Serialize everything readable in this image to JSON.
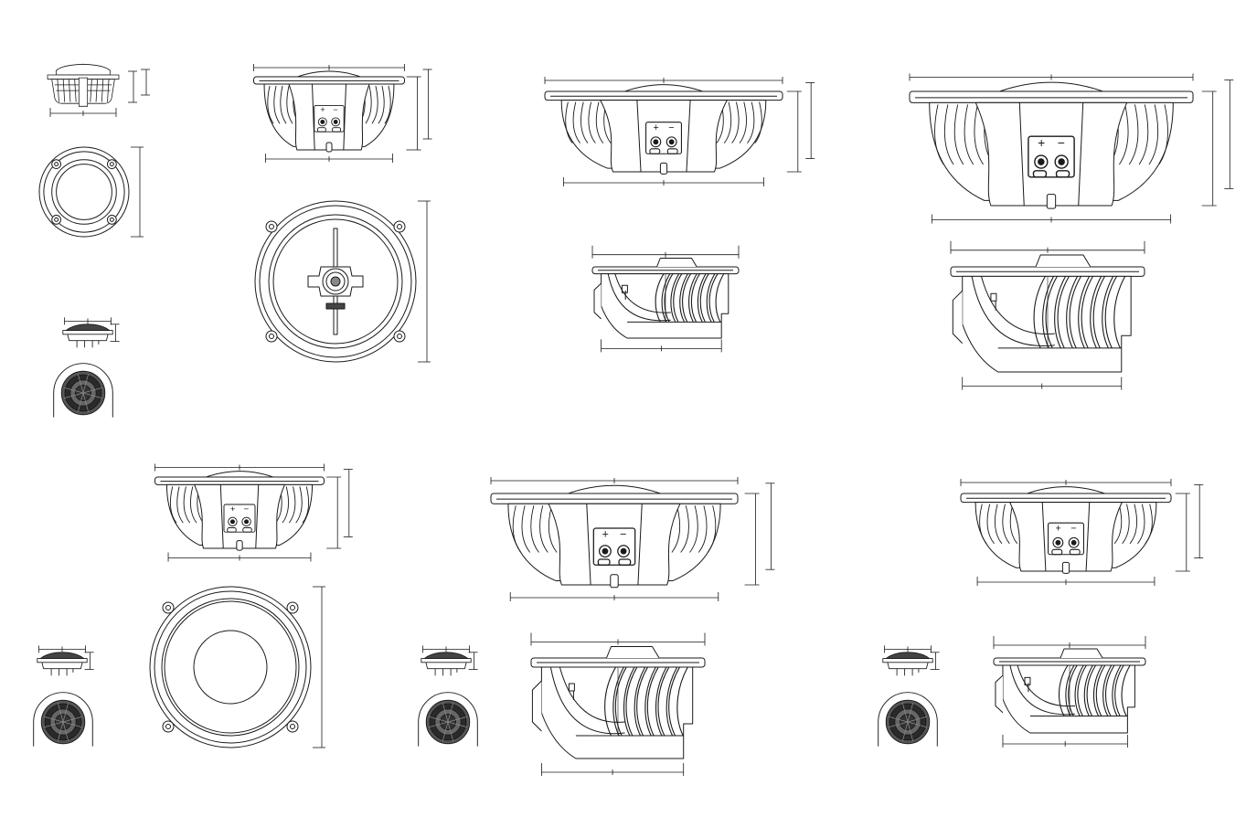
{
  "drawing": {
    "line_color": "#1a1a1a",
    "background_color": "#ffffff",
    "terminal_plus": "+",
    "terminal_minus": "−",
    "views": [
      {
        "id": "a1",
        "kind": "tweeter-side"
      },
      {
        "id": "a2",
        "kind": "ring-front"
      },
      {
        "id": "a3",
        "kind": "terminal-side"
      },
      {
        "id": "a4",
        "kind": "grille-front"
      },
      {
        "id": "b1",
        "kind": "terminal-side"
      },
      {
        "id": "b2",
        "kind": "coax-front"
      },
      {
        "id": "c1",
        "kind": "terminal-side"
      },
      {
        "id": "c2",
        "kind": "profile-side"
      },
      {
        "id": "d1",
        "kind": "terminal-side"
      },
      {
        "id": "d2",
        "kind": "profile-side"
      },
      {
        "id": "e1",
        "kind": "terminal-side"
      },
      {
        "id": "e2",
        "kind": "woofer-front"
      },
      {
        "id": "e3",
        "kind": "tweeter-side"
      },
      {
        "id": "e4",
        "kind": "grille-front"
      },
      {
        "id": "f1",
        "kind": "terminal-side"
      },
      {
        "id": "f2",
        "kind": "profile-side"
      },
      {
        "id": "f3",
        "kind": "tweeter-side"
      },
      {
        "id": "f4",
        "kind": "grille-front"
      },
      {
        "id": "g1",
        "kind": "terminal-side"
      },
      {
        "id": "g2",
        "kind": "profile-side"
      },
      {
        "id": "g3",
        "kind": "tweeter-side"
      },
      {
        "id": "g4",
        "kind": "grille-front"
      }
    ]
  }
}
